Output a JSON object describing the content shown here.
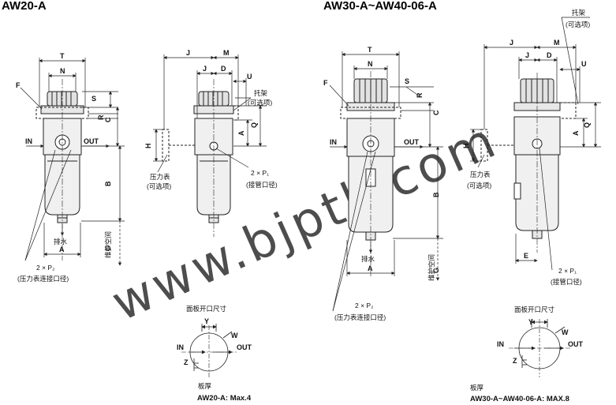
{
  "titles": {
    "left": "AW20-A",
    "right": "AW30-A~AW40-06-A"
  },
  "dims": {
    "T": "T",
    "N": "N",
    "F": "F",
    "S": "S",
    "R": "R",
    "C": "C",
    "B": "B",
    "A": "A",
    "G": "G",
    "J": "J",
    "M": "M",
    "D": "D",
    "U": "U",
    "Q": "Q",
    "H": "H",
    "E": "E",
    "Y": "Y",
    "W": "W",
    "Z": "Z"
  },
  "ports": {
    "in": "IN",
    "out": "OUT"
  },
  "labels": {
    "bracket": "托架",
    "bracket_opt": "(可选项)",
    "gauge": "压力表",
    "gauge_opt": "(可选项)",
    "p1": "2 × P₁",
    "p1_desc": "(接管口径)",
    "p2": "2 × P₂",
    "p2_desc": "(压力表连接口径)",
    "drain": "排水",
    "maint": "维护空间",
    "panel_cut": "面板开口尺寸",
    "plate": "板厚",
    "plate_left": "AW20-A: Max.4",
    "plate_right": "AW30-A~AW40-06-A: MAX.8"
  },
  "watermark": "www.bjptk.com",
  "colors": {
    "line": "#222222",
    "body_fill": "#f0f0f0",
    "cap_fill": "#e2e2e2",
    "watermark": "#c8c8c8"
  }
}
